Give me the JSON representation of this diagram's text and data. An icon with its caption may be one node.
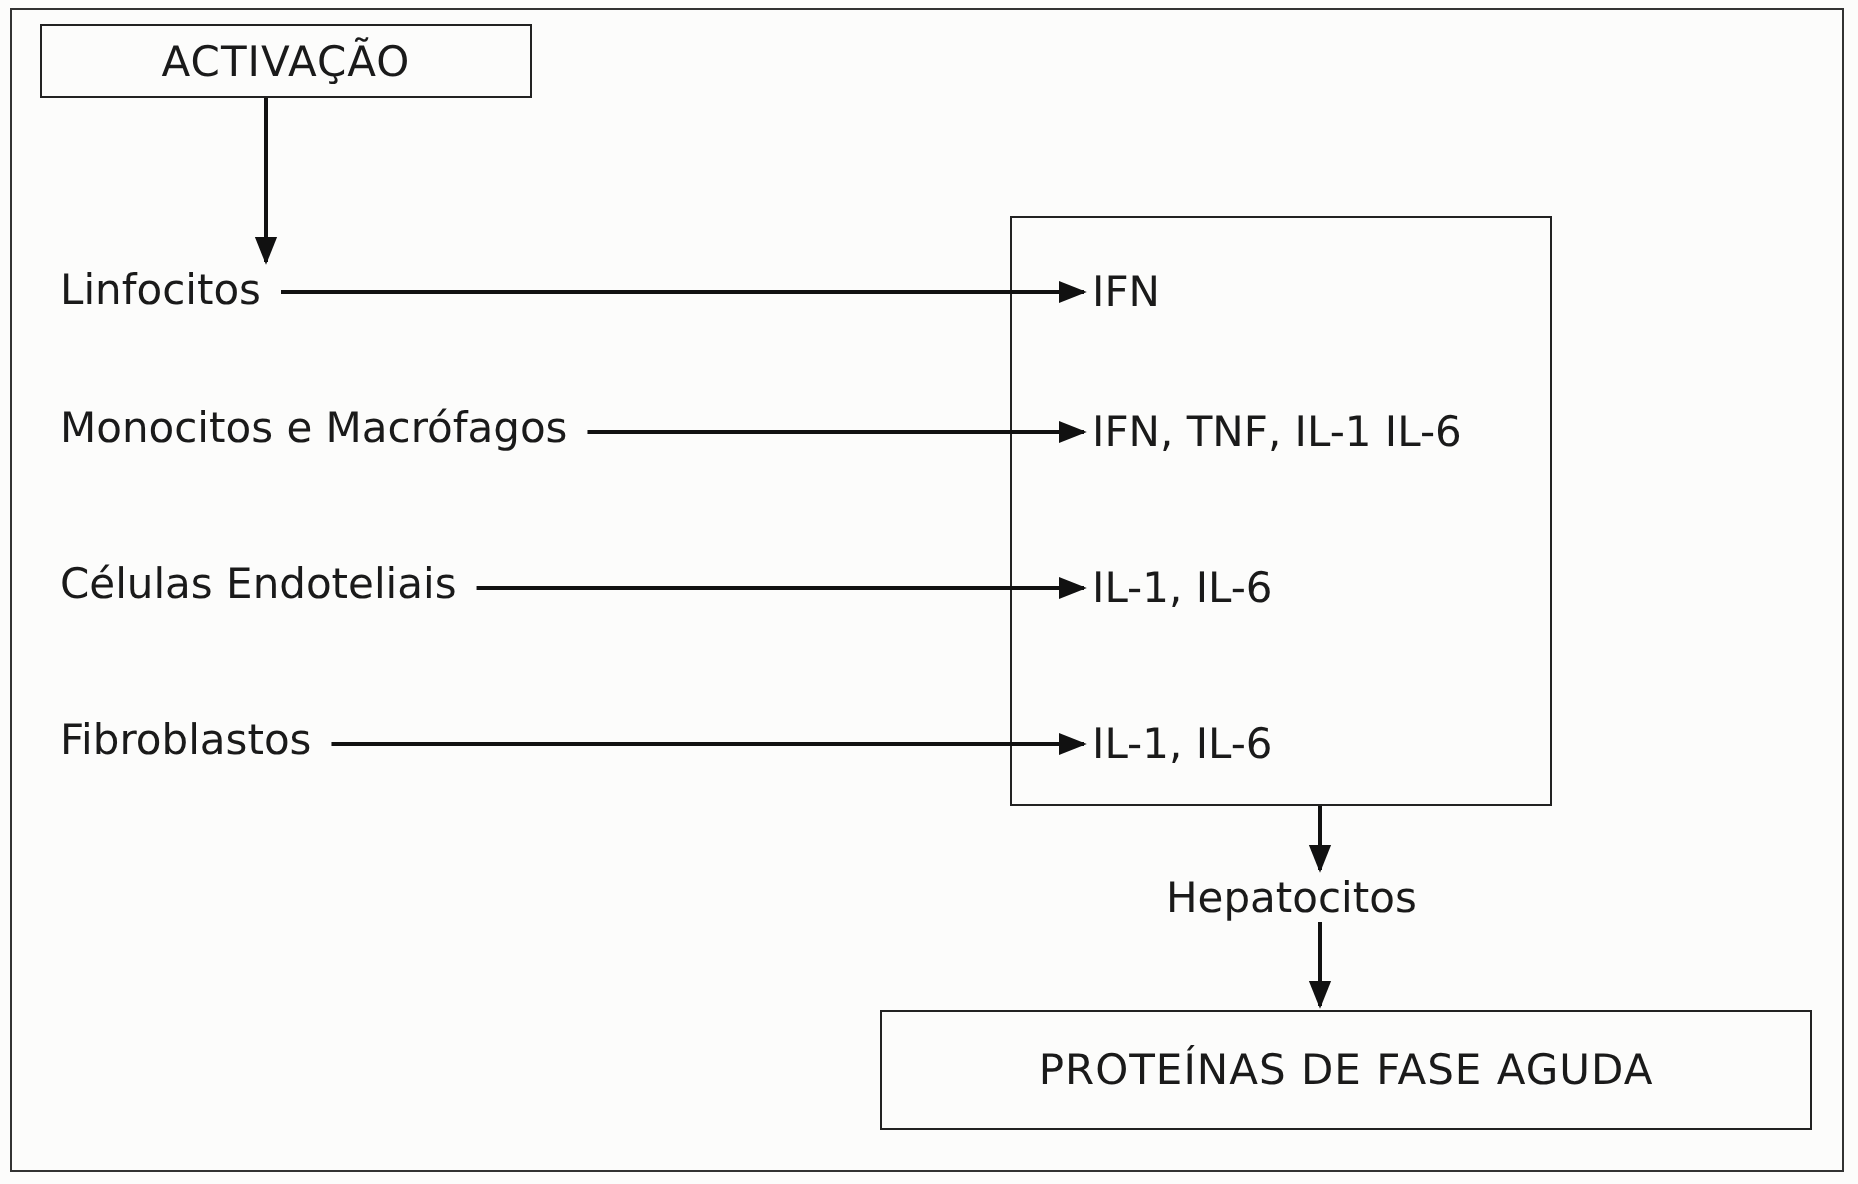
{
  "diagram": {
    "nodes": [
      {
        "text": [
          "ACTIVAÇÃO"
        ]
      },
      {
        "text": [
          "Linfocitos"
        ]
      },
      {
        "text": [
          "Monocitos e Macrófagos"
        ]
      },
      {
        "text": [
          "Células Endoteliais"
        ]
      },
      {
        "text": [
          "Fibroblastos"
        ]
      },
      {
        "text": [],
        "shape": "box"
      },
      {
        "text": [
          "IFN"
        ],
        "in": 5
      },
      {
        "text": [
          "IFN, TNF, IL-1 IL-6"
        ],
        "in": 5
      },
      {
        "text": [
          "IL-1, IL-6"
        ],
        "in": 5
      },
      {
        "text": [
          "IL-1, IL-6"
        ],
        "in": 5
      },
      {
        "text": [
          "Hepatocitos"
        ]
      },
      {
        "text": [
          "PROTEÍNAS DE FASE AGUDA"
        ]
      }
    ],
    "edges": [
      {
        "from": 0,
        "to": 1,
        "arrow": "to"
      },
      {
        "from": 1,
        "to": 6,
        "arrow": "to"
      },
      {
        "from": 2,
        "to": 7,
        "arrow": "to"
      },
      {
        "from": 3,
        "to": 8,
        "arrow": "to"
      },
      {
        "from": 4,
        "to": 9,
        "arrow": "to"
      },
      {
        "from": 5,
        "to": 10,
        "arrow": "to"
      },
      {
        "from": 10,
        "to": 11,
        "arrow": "to"
      }
    ]
  }
}
